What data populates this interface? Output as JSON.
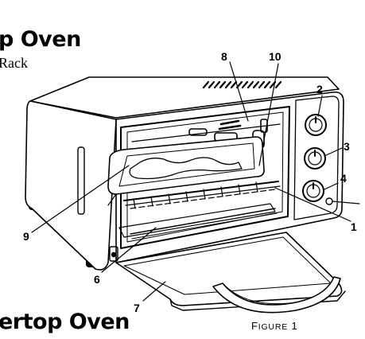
{
  "headings": {
    "top": "p Oven",
    "subtitle": "Rack",
    "bottom": "ertop Oven"
  },
  "figure": {
    "caption_first_letter": "F",
    "caption_rest": "IGURE",
    "caption_number": "1"
  },
  "callouts": [
    {
      "id": "c1",
      "label": "1"
    },
    {
      "id": "c2",
      "label": "2"
    },
    {
      "id": "c3",
      "label": "3"
    },
    {
      "id": "c4",
      "label": "4"
    },
    {
      "id": "c6",
      "label": "6"
    },
    {
      "id": "c7",
      "label": "7"
    },
    {
      "id": "c8",
      "label": "8"
    },
    {
      "id": "c9",
      "label": "9"
    },
    {
      "id": "c10",
      "label": "10"
    }
  ],
  "colors": {
    "ink": "#000000",
    "paper": "#ffffff",
    "grey": "#d8d8d8"
  }
}
